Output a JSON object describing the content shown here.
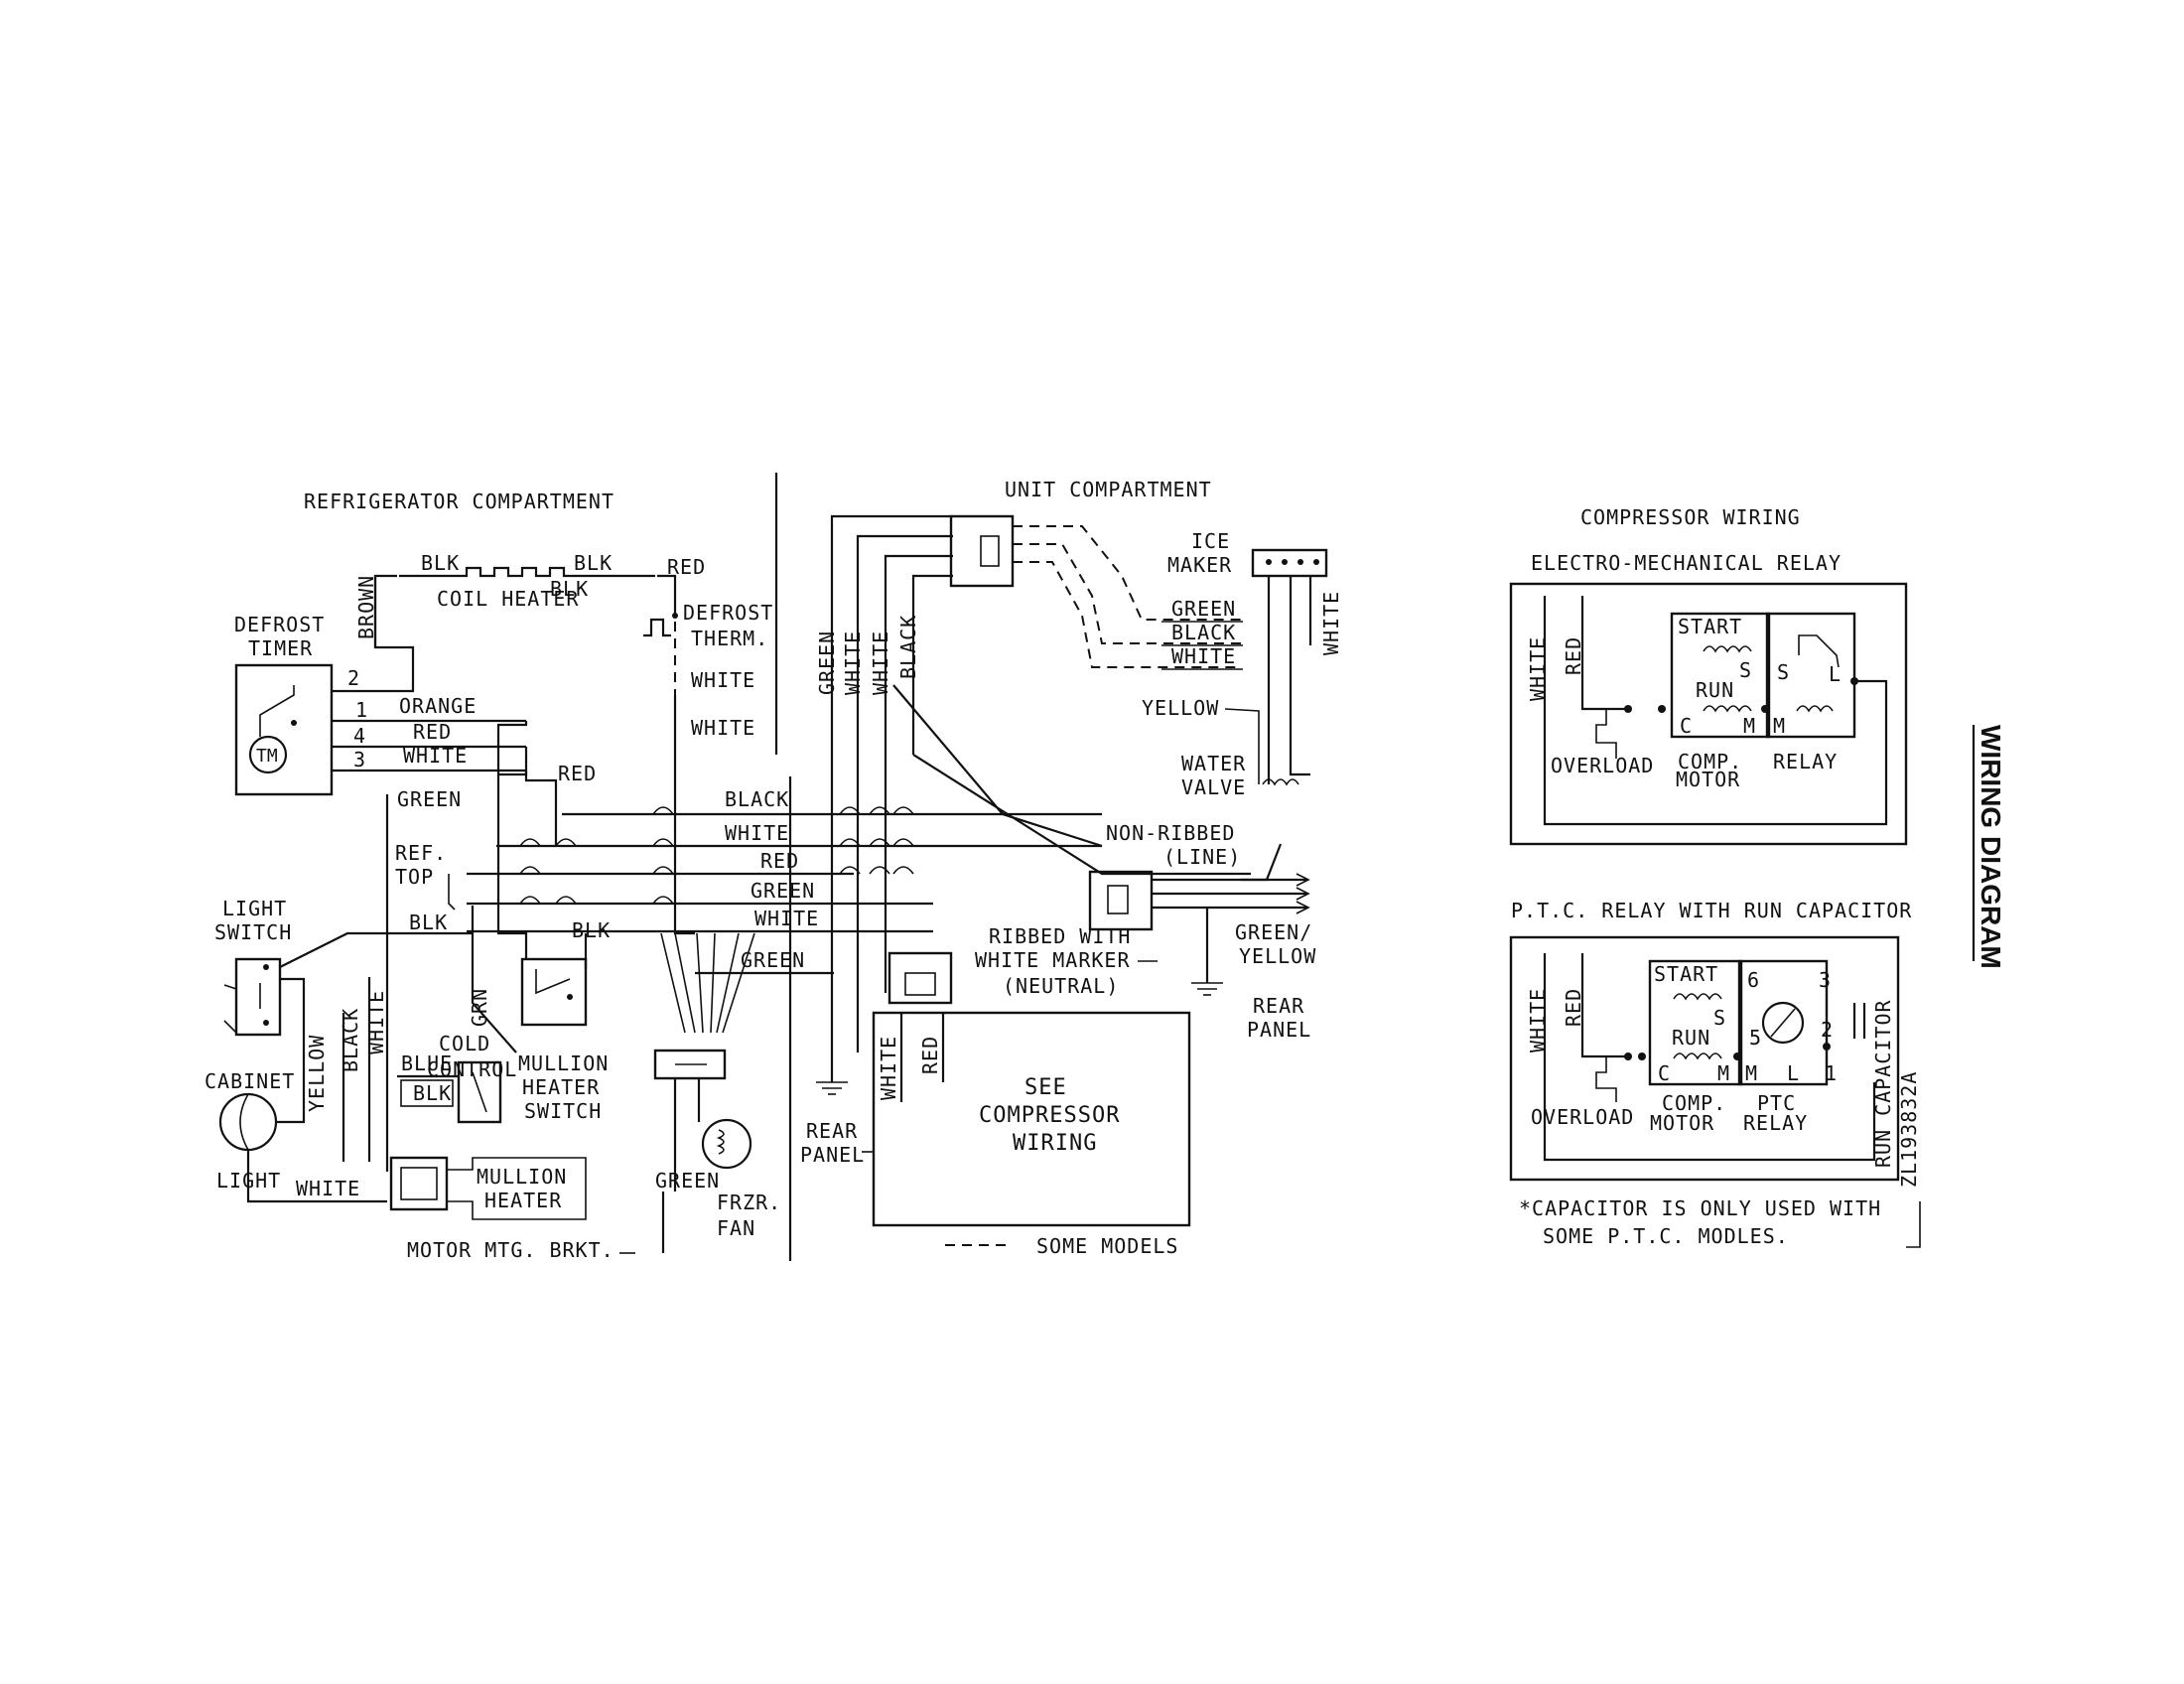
{
  "page_title": "WIRING DIAGRAM",
  "part_number": "ZL193832A",
  "sections": {
    "refrigerator": "REFRIGERATOR COMPARTMENT",
    "unit": "UNIT COMPARTMENT",
    "compressor_wiring": "COMPRESSOR WIRING",
    "em_relay": "ELECTRO-MECHANICAL RELAY",
    "ptc_relay": "P.T.C. RELAY WITH RUN CAPACITOR"
  },
  "components": {
    "defrost_timer": [
      "DEFROST",
      "TIMER"
    ],
    "timer_motor": "TM",
    "coil_heater": "COIL HEATER",
    "defrost_therm": [
      "DEFROST",
      "THERM."
    ],
    "light_switch": [
      "LIGHT",
      "SWITCH"
    ],
    "cabinet_light": [
      "CABINET",
      "LIGHT"
    ],
    "ref_top": [
      "REF.",
      "TOP"
    ],
    "cold_control": [
      "COLD",
      "CONTROL"
    ],
    "mullion_heater_switch": [
      "MULLION",
      "HEATER",
      "SWITCH"
    ],
    "mullion_heater": [
      "MULLION",
      "HEATER"
    ],
    "motor_mtg_brkt": "MOTOR MTG. BRKT.",
    "frzr_fan": [
      "FRZR.",
      "FAN"
    ],
    "ice_maker": [
      "ICE",
      "MAKER"
    ],
    "water_valve": [
      "WATER",
      "VALVE"
    ],
    "non_ribbed": [
      "NON-RIBBED",
      "(LINE)"
    ],
    "ribbed": [
      "RIBBED WITH",
      "WHITE MARKER",
      "(NEUTRAL)"
    ],
    "green_yellow": [
      "GREEN/",
      "YELLOW"
    ],
    "rear_panel_right": [
      "REAR",
      "PANEL"
    ],
    "rear_panel_left": [
      "REAR",
      "PANEL"
    ],
    "see_compressor": [
      "SEE",
      "COMPRESSOR",
      "WIRING"
    ],
    "some_models": "SOME MODELS"
  },
  "terminals": [
    "2",
    "1",
    "4",
    "3"
  ],
  "wire_labels": {
    "blk": "BLK",
    "red": "RED",
    "brown": "BROWN",
    "white": "WHITE",
    "orange": "ORANGE",
    "green": "GREEN",
    "black": "BLACK",
    "yellow": "YELLOW",
    "blue": "BLUE",
    "grn": "GRN"
  },
  "compressor": {
    "start": "START",
    "run": "RUN",
    "s": "S",
    "c": "C",
    "m": "M",
    "l": "L",
    "overload": "OVERLOAD",
    "comp_motor": [
      "COMP.",
      "MOTOR"
    ],
    "relay": "RELAY",
    "ptc_relay": [
      "PTC",
      "RELAY"
    ],
    "run_capacitor": "RUN CAPACITOR",
    "ptc_terminals": [
      "6",
      "5",
      "3",
      "2",
      "1"
    ],
    "footnote": [
      "*CAPACITOR IS ONLY USED WITH",
      "SOME P.T.C. MODLES."
    ]
  }
}
